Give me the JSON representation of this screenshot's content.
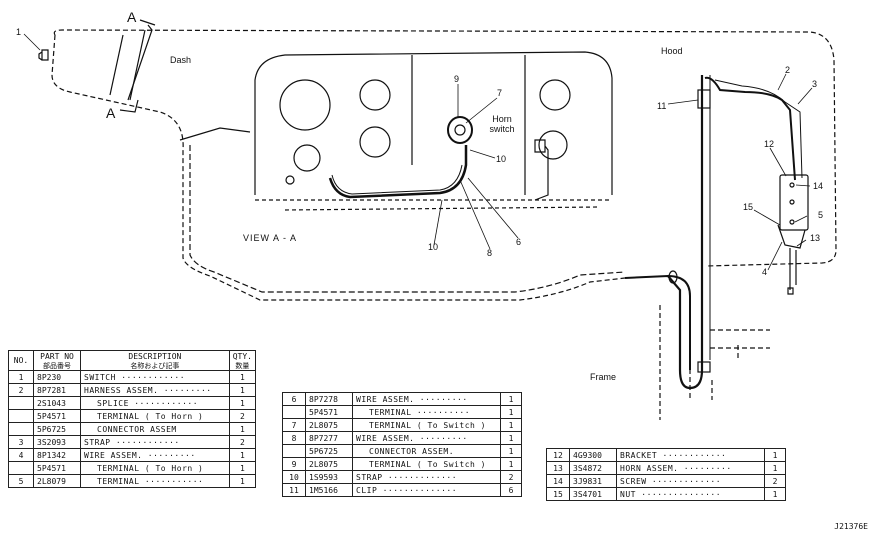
{
  "labels": {
    "dash": "Dash",
    "hood": "Hood",
    "frame": "Frame",
    "horn_switch": "Horn switch",
    "view": "VIEW A - A",
    "section_a": "A",
    "drawing_code": "J21376E"
  },
  "callouts": [
    "1",
    "2",
    "3",
    "4",
    "5",
    "6",
    "7",
    "8",
    "9",
    "10",
    "10",
    "11",
    "12",
    "13",
    "14",
    "15"
  ],
  "table1": {
    "header": {
      "no": "NO.",
      "part_no": "PART NO",
      "part_no_sub": "部品番号",
      "description": "DESCRIPTION",
      "description_sub": "名称および記事",
      "qty": "QTY.",
      "qty_sub": "数量"
    },
    "rows": [
      {
        "no": "1",
        "part": "8P230",
        "desc": "SWITCH ············",
        "qty": "1"
      },
      {
        "no": "2",
        "part": "8P7281",
        "desc": "HARNESS ASSEM. ·········",
        "qty": "1"
      },
      {
        "no": "",
        "part": "2S1043",
        "desc": "SPLICE ············",
        "qty": "1"
      },
      {
        "no": "",
        "part": "5P4571",
        "desc": "TERMINAL ( To Horn )",
        "qty": "2"
      },
      {
        "no": "",
        "part": "5P6725",
        "desc": "CONNECTOR ASSEM",
        "qty": "1"
      },
      {
        "no": "3",
        "part": "3S2093",
        "desc": "STRAP ············",
        "qty": "2"
      },
      {
        "no": "4",
        "part": "8P1342",
        "desc": "WIRE ASSEM. ·········",
        "qty": "1"
      },
      {
        "no": "",
        "part": "5P4571",
        "desc": "TERMINAL ( To Horn )",
        "qty": "1"
      },
      {
        "no": "5",
        "part": "2L8079",
        "desc": "TERMINAL ···········",
        "qty": "1"
      }
    ]
  },
  "table2": {
    "rows": [
      {
        "no": "6",
        "part": "8P7278",
        "desc": "WIRE ASSEM. ·········",
        "qty": "1"
      },
      {
        "no": "",
        "part": "5P4571",
        "desc": "TERMINAL ··········",
        "qty": "1"
      },
      {
        "no": "7",
        "part": "2L8075",
        "desc": "TERMINAL ( To Switch )",
        "qty": "1"
      },
      {
        "no": "8",
        "part": "8P7277",
        "desc": "WIRE ASSEM. ·········",
        "qty": "1"
      },
      {
        "no": "",
        "part": "5P6725",
        "desc": "CONNECTOR ASSEM.",
        "qty": "1"
      },
      {
        "no": "9",
        "part": "2L8075",
        "desc": "TERMINAL ( To Switch )",
        "qty": "1"
      },
      {
        "no": "10",
        "part": "1S9593",
        "desc": "STRAP ·············",
        "qty": "2"
      },
      {
        "no": "11",
        "part": "1M5166",
        "desc": "CLIP ··············",
        "qty": "6"
      }
    ]
  },
  "table3": {
    "rows": [
      {
        "no": "12",
        "part": "4G9300",
        "desc": "BRACKET ············",
        "qty": "1"
      },
      {
        "no": "13",
        "part": "3S4872",
        "desc": "HORN ASSEM. ·········",
        "qty": "1"
      },
      {
        "no": "14",
        "part": "3J9831",
        "desc": "SCREW ·············",
        "qty": "2"
      },
      {
        "no": "15",
        "part": "3S4701",
        "desc": "NUT ···············",
        "qty": "1"
      }
    ]
  }
}
